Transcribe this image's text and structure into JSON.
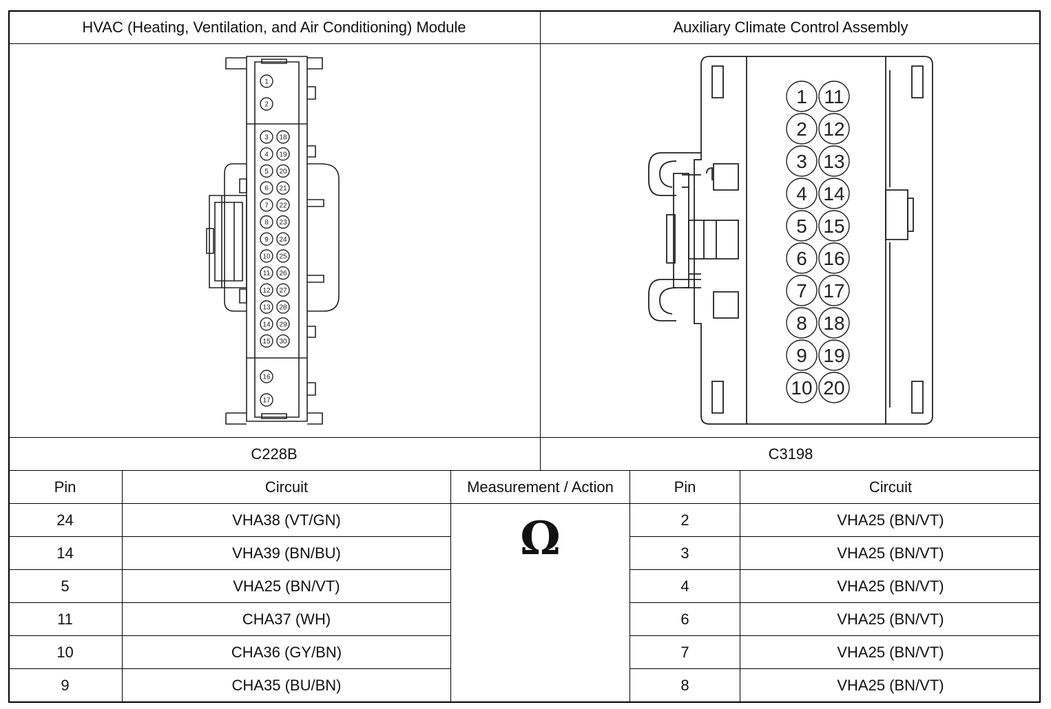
{
  "connectors": {
    "left": {
      "title": "HVAC (Heating, Ventilation, and Air Conditioning) Module",
      "code": "C228B",
      "pin_labels_top": [
        "1",
        "2"
      ],
      "pin_labels_left_col": [
        "3",
        "4",
        "5",
        "6",
        "7",
        "8",
        "9",
        "10",
        "11",
        "12",
        "13",
        "14",
        "15"
      ],
      "pin_labels_right_col": [
        "18",
        "19",
        "20",
        "21",
        "22",
        "23",
        "24",
        "25",
        "26",
        "27",
        "28",
        "29",
        "30"
      ],
      "pin_labels_bottom": [
        "16",
        "17"
      ]
    },
    "right": {
      "title": "Auxiliary Climate Control Assembly",
      "code": "C3198",
      "pin_labels_left_col": [
        "1",
        "2",
        "3",
        "4",
        "5",
        "6",
        "7",
        "8",
        "9",
        "10"
      ],
      "pin_labels_right_col": [
        "11",
        "12",
        "13",
        "14",
        "15",
        "16",
        "17",
        "18",
        "19",
        "20"
      ]
    }
  },
  "table": {
    "headers": {
      "left_pin": "Pin",
      "left_circuit": "Circuit",
      "measurement": "Measurement / Action",
      "right_pin": "Pin",
      "right_circuit": "Circuit"
    },
    "measurement_symbol": "Ω",
    "rows": [
      {
        "left_pin": "24",
        "left_circuit": "VHA38 (VT/GN)",
        "right_pin": "2",
        "right_circuit": "VHA25 (BN/VT)"
      },
      {
        "left_pin": "14",
        "left_circuit": "VHA39 (BN/BU)",
        "right_pin": "3",
        "right_circuit": "VHA25 (BN/VT)"
      },
      {
        "left_pin": "5",
        "left_circuit": "VHA25 (BN/VT)",
        "right_pin": "4",
        "right_circuit": "VHA25 (BN/VT)"
      },
      {
        "left_pin": "11",
        "left_circuit": "CHA37 (WH)",
        "right_pin": "6",
        "right_circuit": "VHA25 (BN/VT)"
      },
      {
        "left_pin": "10",
        "left_circuit": "CHA36 (GY/BN)",
        "right_pin": "7",
        "right_circuit": "VHA25 (BN/VT)"
      },
      {
        "left_pin": "9",
        "left_circuit": "CHA35 (BU/BN)",
        "right_pin": "8",
        "right_circuit": "VHA25 (BN/VT)"
      }
    ]
  }
}
